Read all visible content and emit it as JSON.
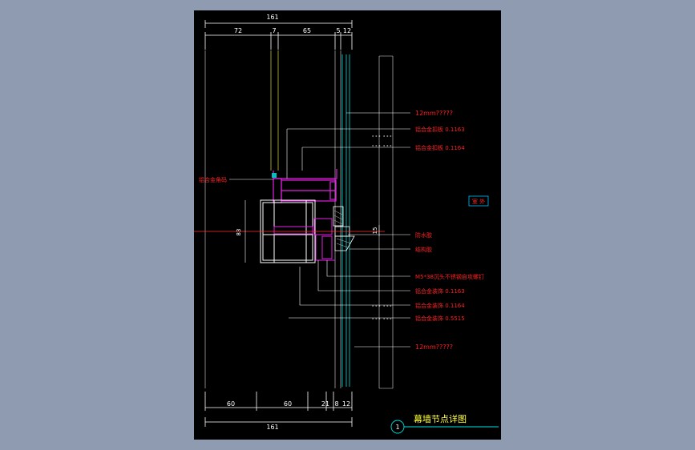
{
  "drawing": {
    "top_dimensions": {
      "total": "161",
      "segments": [
        "72",
        "7",
        "65",
        "5",
        "12"
      ]
    },
    "bottom_dimensions": {
      "total": "161",
      "segments": [
        "60",
        "60",
        "21",
        "8",
        "12"
      ]
    },
    "side_dimensions": {
      "left": "83",
      "right": "15"
    },
    "labels": [
      "12mm?????",
      "铝合金扣板 0.1163",
      "铝合金扣板 0.1164",
      "铝合金角码",
      "防水胶",
      "结构胶",
      "M5*38沉头不锈钢自攻螺钉",
      "铝合金装饰 0.1163",
      "铝合金装饰 0.1164",
      "铝合金装饰 0.5515",
      "12mm?????"
    ],
    "side_tag": "室 外",
    "title": "幕墙节点详图",
    "detail_number": "1"
  },
  "colors": {
    "sheet_bg": "#000000",
    "viewer_bg": "#8e9bb0",
    "dimension_line": "#ffffff",
    "label_text": "#ff2020",
    "profile": "#e020e0",
    "glass": "#00e0e0",
    "axis": "#ffff40",
    "title_text": "#ffff40"
  }
}
